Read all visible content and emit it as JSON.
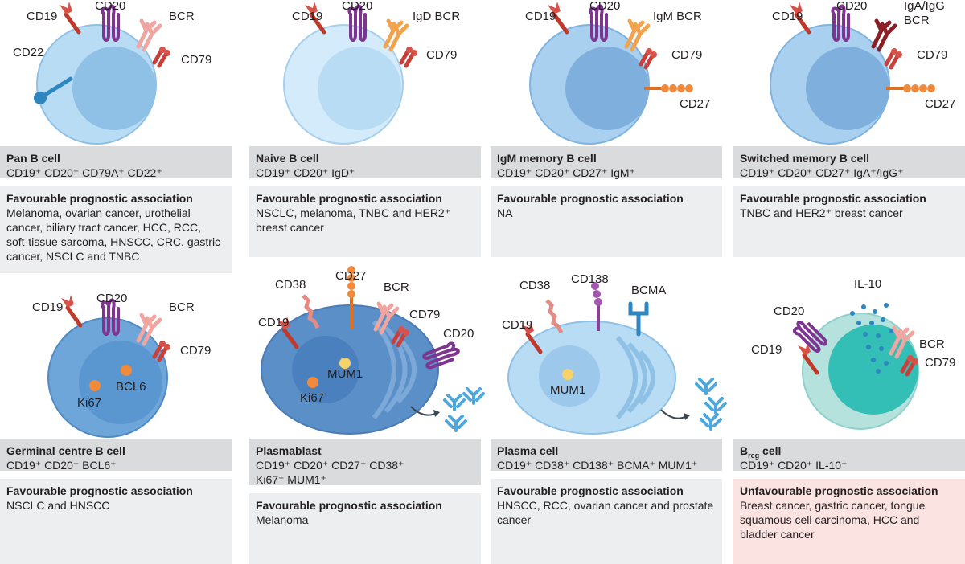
{
  "colors": {
    "cell_light": "#b8dcf3",
    "cell_mid": "#8fc0e6",
    "nucleus": "#6fa6d9",
    "breg_nucleus": "#33bfb5",
    "cd19_red": "#d9524a",
    "cd20_purple": "#8b3f97",
    "bcr_pink": "#f0a5a0",
    "igd_orange": "#f5a04a",
    "igag_darkred": "#8a1f25",
    "cd22_blue": "#2e86c1",
    "name_box": "#d9dbdd",
    "assoc_box": "#eceeef",
    "unfav_box": "#fbe3e1"
  },
  "panels": [
    {
      "name": "Pan B cell",
      "markers": "CD19⁺ CD20⁺ CD79A⁺ CD22⁺",
      "assoc_title": "Favourable prognostic association",
      "assoc_text": "Melanoma, ovarian cancer, urothelial cancer, biliary tract cancer, HCC, RCC, soft-tissue sarcoma, HNSCC, CRC, gastric cancer, NSCLC and TNBC",
      "labels": {
        "cd19": "CD19",
        "cd20": "CD20",
        "bcr": "BCR",
        "cd22": "CD22",
        "cd79": "CD79"
      }
    },
    {
      "name": "Naive B cell",
      "markers": "CD19⁺ CD20⁺ IgD⁺",
      "assoc_title": "Favourable prognostic association",
      "assoc_text": "NSCLC, melanoma, TNBC and HER2⁺ breast cancer",
      "labels": {
        "cd19": "CD19",
        "cd20": "CD20",
        "bcr": "IgD BCR",
        "cd79": "CD79"
      }
    },
    {
      "name": "IgM memory B cell",
      "markers": "CD19⁺ CD20⁺ CD27⁺ IgM⁺",
      "assoc_title": "Favourable prognostic association",
      "assoc_text": "NA",
      "labels": {
        "cd19": "CD19",
        "cd20": "CD20",
        "bcr": "IgM BCR",
        "cd79": "CD79",
        "cd27": "CD27"
      }
    },
    {
      "name": "Switched memory B cell",
      "markers": "CD19⁺ CD20⁺ CD27⁺ IgA⁺/IgG⁺",
      "assoc_title": "Favourable prognostic association",
      "assoc_text": "TNBC and HER2⁺ breast cancer",
      "labels": {
        "cd19": "CD19",
        "cd20": "CD20",
        "bcr1": "IgA/IgG",
        "bcr2": "BCR",
        "cd79": "CD79",
        "cd27": "CD27"
      }
    },
    {
      "name": "Germinal centre B cell",
      "markers": "CD19⁺ CD20⁺ BCL6⁺",
      "assoc_title": "Favourable prognostic association",
      "assoc_text": "NSCLC and HNSCC",
      "labels": {
        "cd19": "CD19",
        "cd20": "CD20",
        "bcr": "BCR",
        "cd79": "CD79",
        "ki67": "Ki67",
        "bcl6": "BCL6"
      }
    },
    {
      "name": "Plasmablast",
      "markers": "CD19⁺ CD20⁺ CD27⁺ CD38⁺ Ki67⁺ MUM1⁺",
      "assoc_title": "Favourable prognostic association",
      "assoc_text": "Melanoma",
      "labels": {
        "cd38": "CD38",
        "cd27": "CD27",
        "bcr": "BCR",
        "cd19": "CD19",
        "cd79": "CD79",
        "cd20": "CD20",
        "mum1": "MUM1",
        "ki67": "Ki67"
      }
    },
    {
      "name": "Plasma cell",
      "markers": "CD19⁺ CD38⁺ CD138⁺ BCMA⁺ MUM1⁺",
      "assoc_title": "Favourable prognostic association",
      "assoc_text": "HNSCC, RCC, ovarian cancer and prostate cancer",
      "labels": {
        "cd38": "CD38",
        "cd138": "CD138",
        "bcma": "BCMA",
        "cd19": "CD19",
        "mum1": "MUM1"
      }
    },
    {
      "name_main": "B",
      "name_sub": "reg",
      "name_rest": " cell",
      "markers": "CD19⁺ CD20⁺ IL-10⁺",
      "assoc_title": "Unfavourable prognostic association",
      "assoc_text": "Breast cancer, gastric cancer, tongue squamous cell carcinoma, HCC and bladder cancer",
      "labels": {
        "il10": "IL-10",
        "cd20": "CD20",
        "bcr": "BCR",
        "cd19": "CD19",
        "cd79": "CD79"
      }
    }
  ]
}
